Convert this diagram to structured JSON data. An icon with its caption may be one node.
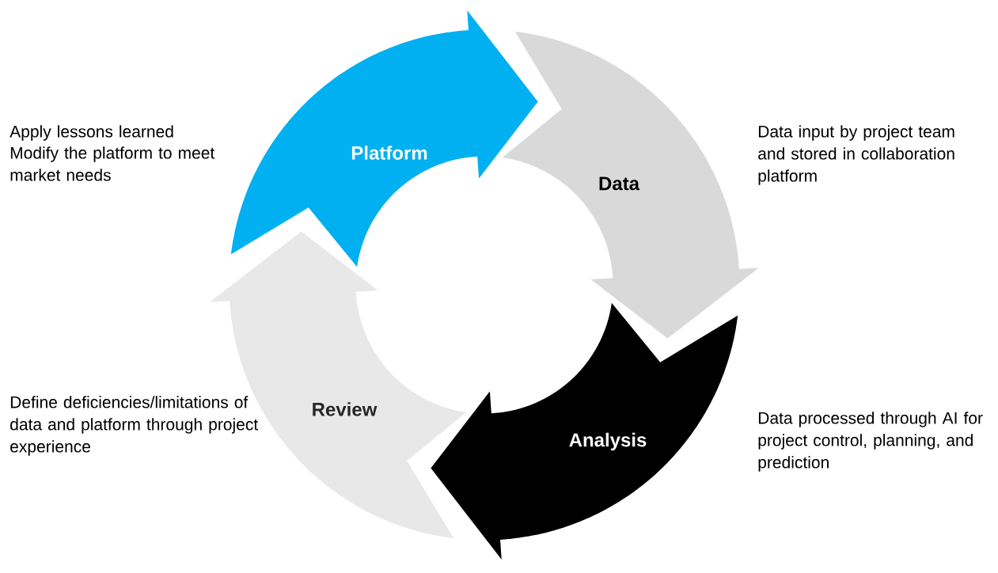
{
  "diagram": {
    "nodes": [
      {
        "text": [
          "Platform"
        ],
        "beside": [
          "Apply lessons learned",
          "Modify the platform to meet market needs"
        ]
      },
      {
        "text": [
          "Data"
        ],
        "beside": [
          "Data input by project team and stored in collaboration platform"
        ]
      },
      {
        "text": [
          "Analysis"
        ],
        "beside": [
          "Data processed through AI for project control, planning, and prediction"
        ]
      },
      {
        "text": [
          "Review"
        ],
        "beside": [
          "Define deficiencies/limitations of data and platform through project experience"
        ]
      }
    ]
  }
}
